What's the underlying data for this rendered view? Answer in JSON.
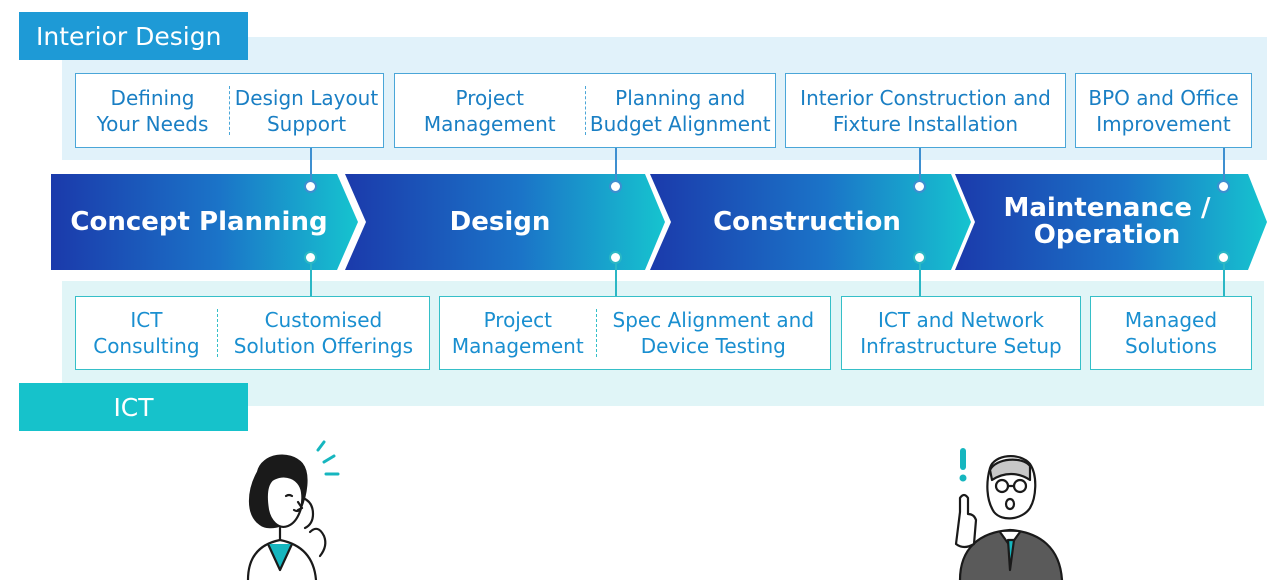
{
  "labels": {
    "interior_design": "Interior Design",
    "ict": "ICT"
  },
  "phases": [
    "Concept Planning",
    "Design",
    "Construction",
    "Maintenance /\nOperation"
  ],
  "interior_boxes": [
    [
      "Defining\nYour Needs",
      "Design Layout\nSupport"
    ],
    [
      "Project\nManagement",
      "Planning and\nBudget Alignment"
    ],
    [
      "Interior Construction and\nFixture Installation"
    ],
    [
      "BPO and Office\nImprovement"
    ]
  ],
  "ict_boxes": [
    [
      "ICT\nConsulting",
      "Customised\nSolution Offerings"
    ],
    [
      "Project\nManagement",
      "Spec Alignment and\nDevice Testing"
    ],
    [
      "ICT and Network\nInfrastructure Setup"
    ],
    [
      "Managed\nSolutions"
    ]
  ],
  "colors": {
    "arrow_dark": "#1b3fae",
    "arrow_light": "#16c4cf",
    "interior_tag": "#1e9ad6",
    "ict_tag": "#16c2cb"
  }
}
